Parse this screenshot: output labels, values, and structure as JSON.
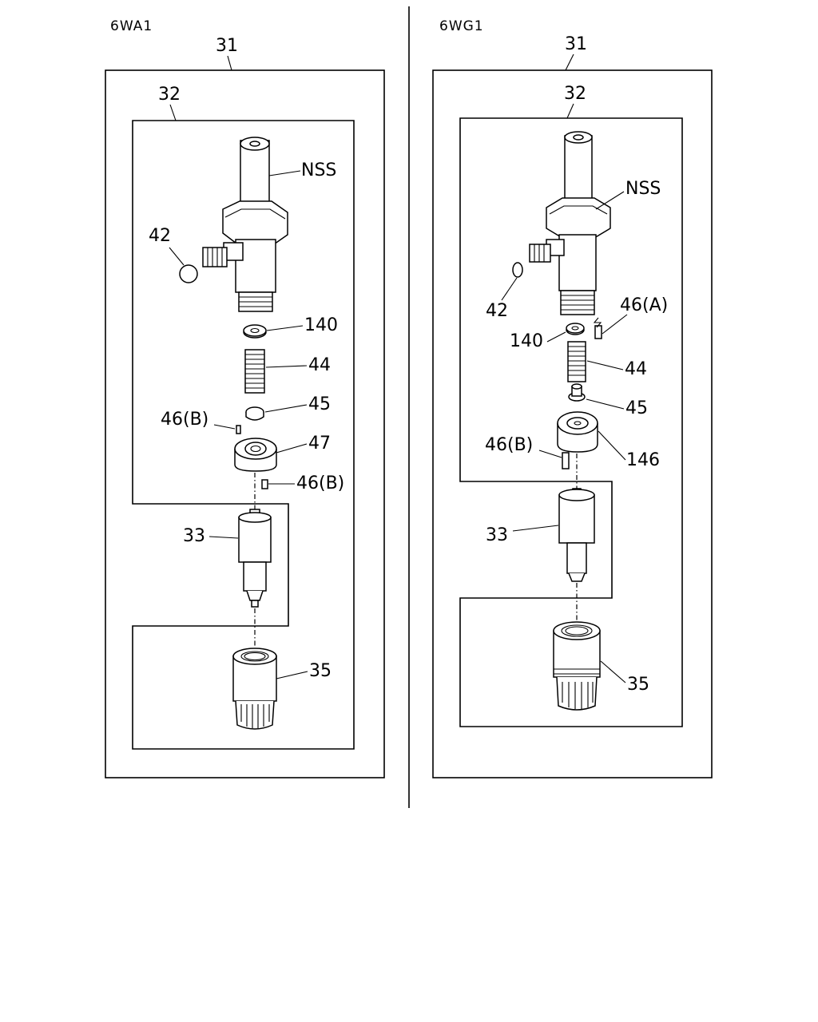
{
  "panels": [
    {
      "engine": "6WA1",
      "labels": {
        "assembly": "31",
        "holder": "32",
        "nss": "NSS",
        "oring": "42",
        "washer": "140",
        "spring": "44",
        "seat": "45",
        "pin_upper": "46(B)",
        "spacer": "47",
        "pin_lower": "46(B)",
        "nozzle": "33",
        "retaining_nut": "35"
      }
    },
    {
      "engine": "6WG1",
      "labels": {
        "assembly": "31",
        "holder": "32",
        "nss": "NSS",
        "oring": "42",
        "pin_a": "46(A)",
        "washer": "140",
        "spring": "44",
        "seat": "45",
        "pin_b": "46(B)",
        "spacer": "146",
        "nozzle": "33",
        "retaining_nut": "35"
      }
    }
  ]
}
